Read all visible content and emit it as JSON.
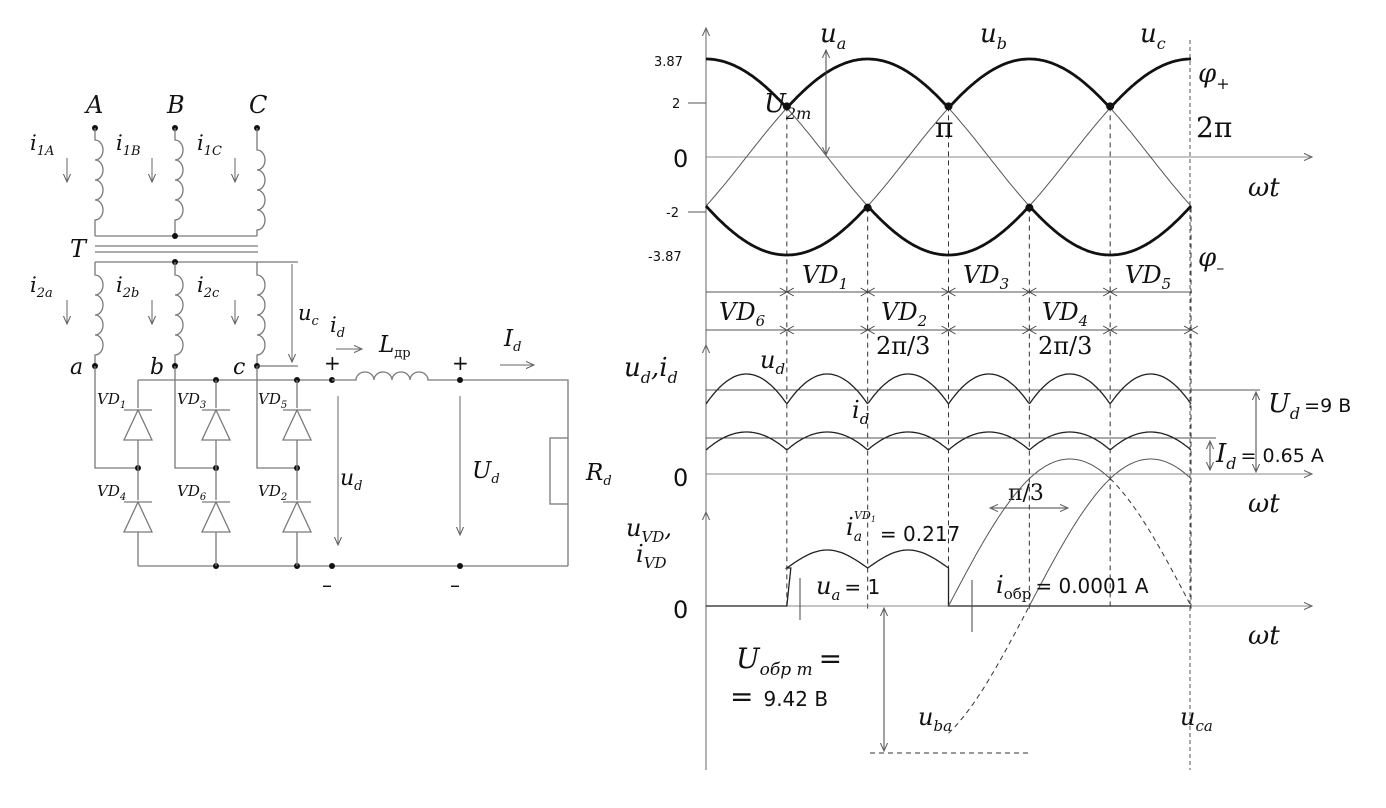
{
  "circuit": {
    "phases": [
      "A",
      "B",
      "C"
    ],
    "primary_currents": [
      "i",
      "i",
      "i"
    ],
    "primary_current_subs": [
      "1A",
      "1B",
      "1C"
    ],
    "transformer": "T",
    "secondary_currents": [
      "i",
      "i",
      "i"
    ],
    "secondary_current_subs": [
      "2a",
      "2b",
      "2c"
    ],
    "secondary_nodes": [
      "a",
      "b",
      "c"
    ],
    "diodes": [
      "VD",
      "VD",
      "VD",
      "VD",
      "VD",
      "VD"
    ],
    "diode_subs": [
      "1",
      "3",
      "5",
      "4",
      "6",
      "2"
    ],
    "uc": "u",
    "uc_sub": "c",
    "id": "i",
    "id_sub": "d",
    "choke": "L",
    "choke_sub": "др",
    "Id": "I",
    "Id_sub": "d",
    "ud": "u",
    "ud_sub": "d",
    "Ud": "U",
    "Ud_sub": "d",
    "load": "R",
    "load_sub": "d",
    "plus": "+",
    "minus": "–"
  },
  "chart_data": {
    "type": "line",
    "panels": [
      {
        "name": "phase-voltages",
        "ytick_labels": [
          "3.87",
          "2",
          "0",
          "-2",
          "-3.87"
        ],
        "series_labels": [
          "u",
          "u",
          "u"
        ],
        "series_subs": [
          "a",
          "b",
          "c"
        ],
        "envelope_plus": "φ",
        "envelope_plus_sub": "+",
        "envelope_minus": "φ",
        "envelope_minus_sub": "–",
        "amplitude_label": "U",
        "amplitude_sub": "2m",
        "pi_label": "π",
        "two_pi_label": "2π",
        "x_axis_label": "ωt",
        "diodes_top": [
          "VD",
          "VD",
          "VD"
        ],
        "diodes_top_subs": [
          "1",
          "3",
          "5"
        ],
        "diodes_bottom": [
          "VD",
          "VD",
          "VD"
        ],
        "diodes_bottom_subs": [
          "6",
          "2",
          "4"
        ],
        "interval_labels": [
          "2π/3",
          "2π/3"
        ]
      },
      {
        "name": "rectified-output",
        "y_label": "u",
        "y_sub": "d",
        "y_label2": "i",
        "y_sub2": "d",
        "zero_label": "0",
        "ud_curve": "u",
        "ud_curve_sub": "d",
        "id_curve": "i",
        "id_curve_sub": "d",
        "Ud_label": "U",
        "Ud_sub": "d",
        "Ud_value": "=9 В",
        "Id_label": "I",
        "Id_sub": "d",
        "Id_value": "= 0.65 А",
        "interval_label": "π/3",
        "x_axis_label": "ωt"
      },
      {
        "name": "diode",
        "y_label": "u",
        "y_sub": "VD",
        "y_label2": "i",
        "y_sub2": "VD",
        "zero_label": "0",
        "ia_label": "i",
        "ia_sub": "a",
        "ia_sup": "VD",
        "ia_sup_sub": "1",
        "ia_value": "= 0.217",
        "ua_label": "u",
        "ua_sub": "a",
        "ua_value": "= 1",
        "iobr_label": "i",
        "iobr_sub": "обр",
        "iobr_value": "= 0.0001 А",
        "Uobr_label": "U",
        "Uobr_sub": "обр m",
        "Uobr_eq": "=",
        "Uobr_value_eq": "=",
        "Uobr_value": "9.42 В",
        "uba": "u",
        "uba_sub": "ba",
        "uca": "u",
        "uca_sub": "ca",
        "x_axis_label": "ωt"
      }
    ],
    "phase_amplitude": 3.87,
    "crossing_level": 2,
    "ud_value": 9,
    "id_value": 0.65,
    "ia_VD1": 0.217,
    "ua_VD": 1,
    "iobr": 0.0001,
    "Uobr_m": 9.42
  }
}
